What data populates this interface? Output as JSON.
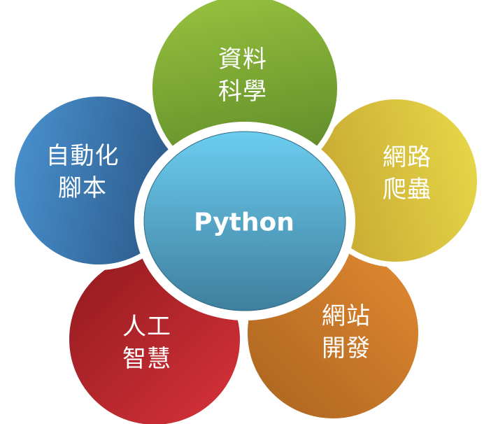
{
  "diagram": {
    "type": "radial-petal",
    "center": {
      "label": "Python",
      "color_top": "#6ccdef",
      "color_bottom": "#3f7e9e"
    },
    "petals": [
      {
        "id": "data-science",
        "lines": [
          "資料",
          "科學"
        ],
        "color_light": "#9ac43f",
        "color_dark": "#5f8c2a"
      },
      {
        "id": "web-crawler",
        "lines": [
          "網路",
          "爬蟲"
        ],
        "color_light": "#eadb4a",
        "color_dark": "#c8ab33"
      },
      {
        "id": "web-development",
        "lines": [
          "網站",
          "開發"
        ],
        "color_light": "#e38a31",
        "color_dark": "#a9631f"
      },
      {
        "id": "artificial-intelligence",
        "lines": [
          "人工",
          "智慧"
        ],
        "color_light": "#d9333a",
        "color_dark": "#8f1a1e"
      },
      {
        "id": "automation-scripts",
        "lines": [
          "自動化",
          "腳本"
        ],
        "color_light": "#4a94d3",
        "color_dark": "#2d5a8a"
      }
    ]
  }
}
